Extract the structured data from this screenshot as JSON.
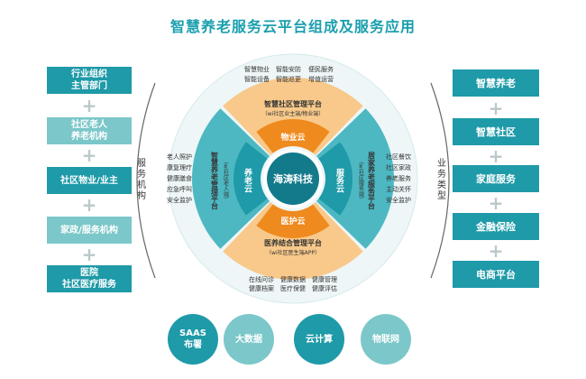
{
  "title": "智慧养老服务云平台组成及服务应用",
  "colors": {
    "title": "#1a9fae",
    "dark_teal": "#137a8c",
    "mid_teal": "#1e9aa8",
    "light_teal": "#4db8c2",
    "pale_teal": "#7cc7c9",
    "orange": "#ef8a1e",
    "light_orange": "#f8c98a",
    "ring": "#eef6f7",
    "text_dark": "#333333"
  },
  "left_column": {
    "label": "服务机构",
    "items": [
      "行业组织\n主管部门",
      "社区老人\n养老机构",
      "社区物业/业主",
      "家政/服务机构",
      "医院\n社区医疗服务"
    ]
  },
  "right_column": {
    "label": "业务类型",
    "items": [
      "智慧养老",
      "智慧社区",
      "家庭服务",
      "金融保险",
      "电商平台"
    ]
  },
  "center": {
    "core": "海涛科技",
    "top": {
      "cloud": "物业云",
      "platform": "智慧社区管理平台",
      "sub": "（wi社区业主端/物业端）",
      "notes": [
        "智慧物业",
        "智能安防",
        "便民服务",
        "智能设备",
        "智能巡更",
        "增值运营"
      ]
    },
    "bottom": {
      "cloud": "医护云",
      "platform": "医养结合管理平台",
      "sub": "（wi社区医生端APP）",
      "notes": [
        "在线问诊",
        "健康数据",
        "健康管理",
        "健康档案",
        "医疗保健",
        "健康评估"
      ]
    },
    "left": {
      "cloud": "养老云",
      "platform": "智慧养老管理平台",
      "sub": "（wi社区老人端）",
      "notes": [
        "老人照护",
        "康复理疗",
        "健康膳食",
        "应急呼叫",
        "安全监护"
      ]
    },
    "right": {
      "cloud": "服务云",
      "platform": "居家养老服务平台",
      "sub": "（wi社区服务端）",
      "notes": [
        "社区餐饮",
        "社区家政",
        "养老服务",
        "主动关怀",
        "安全监护"
      ]
    }
  },
  "bottom_bubbles": [
    "SAAS\n布署",
    "大数据",
    "云计算",
    "物联网"
  ]
}
